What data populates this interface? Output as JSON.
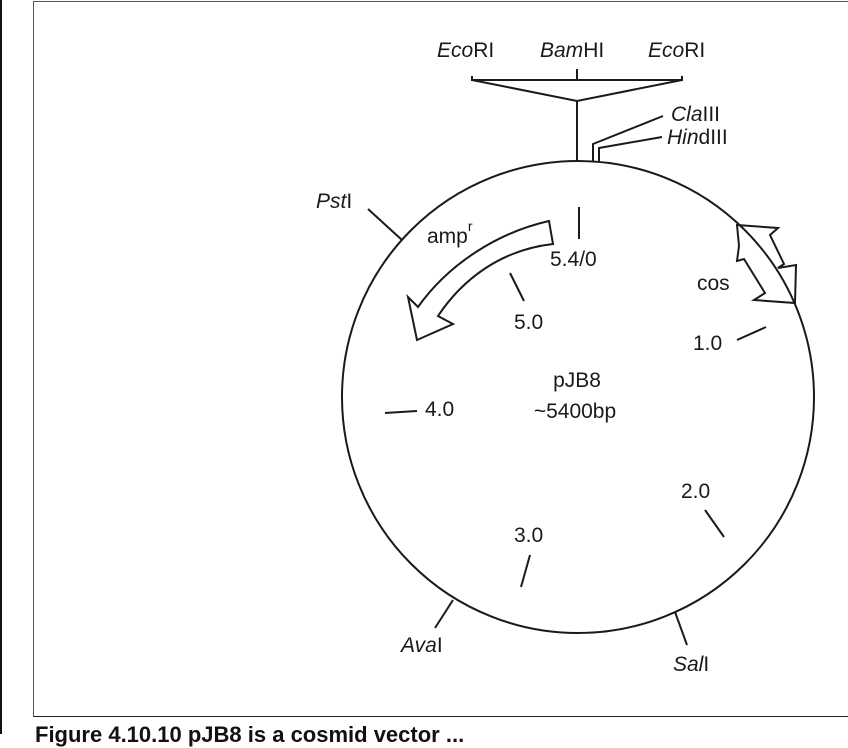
{
  "plasmid": {
    "name": "pJB8",
    "size": "~5400bp",
    "positions": [
      "5.4/0",
      "1.0",
      "2.0",
      "3.0",
      "4.0",
      "5.0"
    ],
    "features": {
      "amp": {
        "label": "amp",
        "superscript": "r"
      },
      "cos": {
        "label": "cos"
      }
    }
  },
  "sites": {
    "polylinker": [
      {
        "italic": "Eco",
        "roman": "RI"
      },
      {
        "italic": "Bam",
        "roman": "HI"
      },
      {
        "italic": "Eco",
        "roman": "RI"
      }
    ],
    "cla": {
      "italic": "Cla",
      "roman": "III"
    },
    "hind": {
      "italic": "Hin",
      "roman": "dIII"
    },
    "pst": {
      "italic": "Pst",
      "roman": "I"
    },
    "ava": {
      "italic": "Ava",
      "roman": "I"
    },
    "sal": {
      "italic": "Sal",
      "roman": "I"
    }
  },
  "caption": {
    "text": "Figure 4.10.10 pJB8 is a cosmid vector ..."
  }
}
